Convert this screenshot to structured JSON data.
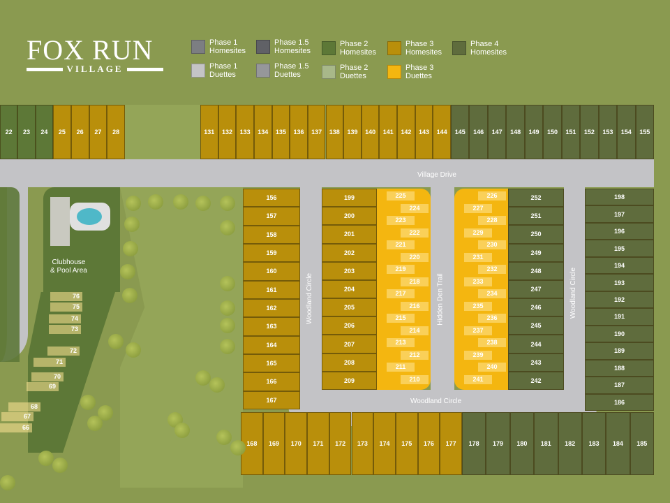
{
  "brand": {
    "title": "Fox Run",
    "subtitle": "VILLAGE"
  },
  "legend": [
    {
      "label1": "Phase 1",
      "label2": "Homesites",
      "phase": "p1h"
    },
    {
      "label1": "Phase 1.5",
      "label2": "Homesites",
      "phase": "p15h"
    },
    {
      "label1": "Phase 2",
      "label2": "Homesites",
      "phase": "p2"
    },
    {
      "label1": "Phase 3",
      "label2": "Homesites",
      "phase": "p3h"
    },
    {
      "label1": "Phase 4",
      "label2": "Homesites",
      "phase": "p4"
    },
    {
      "label1": "Phase 1",
      "label2": "Duettes",
      "phase": "p1d"
    },
    {
      "label1": "Phase 1.5",
      "label2": "Duettes",
      "phase": "p15d"
    },
    {
      "label1": "Phase 2",
      "label2": "Duettes",
      "phase": "p2d"
    },
    {
      "label1": "Phase 3",
      "label2": "Duettes",
      "phase": "p3d"
    }
  ],
  "colors": {
    "phase2": "#5d7837",
    "phase3_homesites": "#b98f0b",
    "phase3_duettes": "#f4b610",
    "phase4": "#5f6c3d",
    "road": "#c3c3c6",
    "ground": "#8a9a50"
  },
  "streets": {
    "village_drive": "Village Drive",
    "woodland_left": "Woodland Circle",
    "woodland_bottom": "Woodland Circle",
    "woodland_right": "Woodland Circle",
    "hidden_den": "Hidden Den Trail"
  },
  "amenity": {
    "line1": "Clubhouse",
    "line2": "& Pool Area"
  },
  "lot_groups": {
    "topA": {
      "phase": "p2",
      "lots": [
        "22",
        "23",
        "24"
      ]
    },
    "topB": {
      "phase": "p3h",
      "lots": [
        "25",
        "26",
        "27",
        "28"
      ]
    },
    "topC": {
      "phase": "p3h",
      "lots": [
        "131",
        "132",
        "133",
        "134",
        "135",
        "136",
        "137",
        "138",
        "139",
        "140",
        "141",
        "142",
        "143",
        "144"
      ]
    },
    "topD": {
      "phase": "p4",
      "lots": [
        "145",
        "146",
        "147",
        "148",
        "149",
        "150",
        "151",
        "152",
        "153",
        "154",
        "155"
      ]
    },
    "blk156": {
      "phase": "p3h",
      "lots": [
        "156",
        "157",
        "158",
        "159",
        "160",
        "161",
        "162",
        "163",
        "164",
        "165",
        "166",
        "167"
      ]
    },
    "blk199": {
      "phase": "p3h",
      "lots": [
        "199",
        "200",
        "201",
        "202",
        "203",
        "204",
        "205",
        "206",
        "207",
        "208",
        "209"
      ]
    },
    "duL": {
      "phase": "p3d",
      "lots": [
        "225",
        "224",
        "223",
        "222",
        "221",
        "220",
        "219",
        "218",
        "217",
        "216",
        "215",
        "214",
        "213",
        "212",
        "211",
        "210"
      ]
    },
    "duR": {
      "phase": "p3d",
      "lots": [
        "226",
        "227",
        "228",
        "229",
        "230",
        "231",
        "232",
        "233",
        "234",
        "235",
        "236",
        "237",
        "238",
        "239",
        "240",
        "241"
      ]
    },
    "blk252": {
      "phase": "p4",
      "lots": [
        "252",
        "251",
        "250",
        "249",
        "248",
        "247",
        "246",
        "245",
        "244",
        "243",
        "242"
      ]
    },
    "blk198": {
      "phase": "p4",
      "lots": [
        "198",
        "197",
        "196",
        "195",
        "194",
        "193",
        "192",
        "191",
        "190",
        "189",
        "188",
        "187",
        "186"
      ]
    },
    "bot1": {
      "phase": "p3h",
      "lots": [
        "168",
        "169",
        "170",
        "171",
        "172",
        "173",
        "174",
        "175",
        "176",
        "177"
      ]
    },
    "bot2": {
      "phase": "p4",
      "lots": [
        "178",
        "179",
        "180",
        "181",
        "182",
        "183",
        "184",
        "185"
      ]
    },
    "club": {
      "phase": "p2",
      "lots": [
        "76",
        "75",
        "74",
        "73",
        "72",
        "71",
        "70",
        "69",
        "68",
        "67",
        "66"
      ]
    }
  }
}
